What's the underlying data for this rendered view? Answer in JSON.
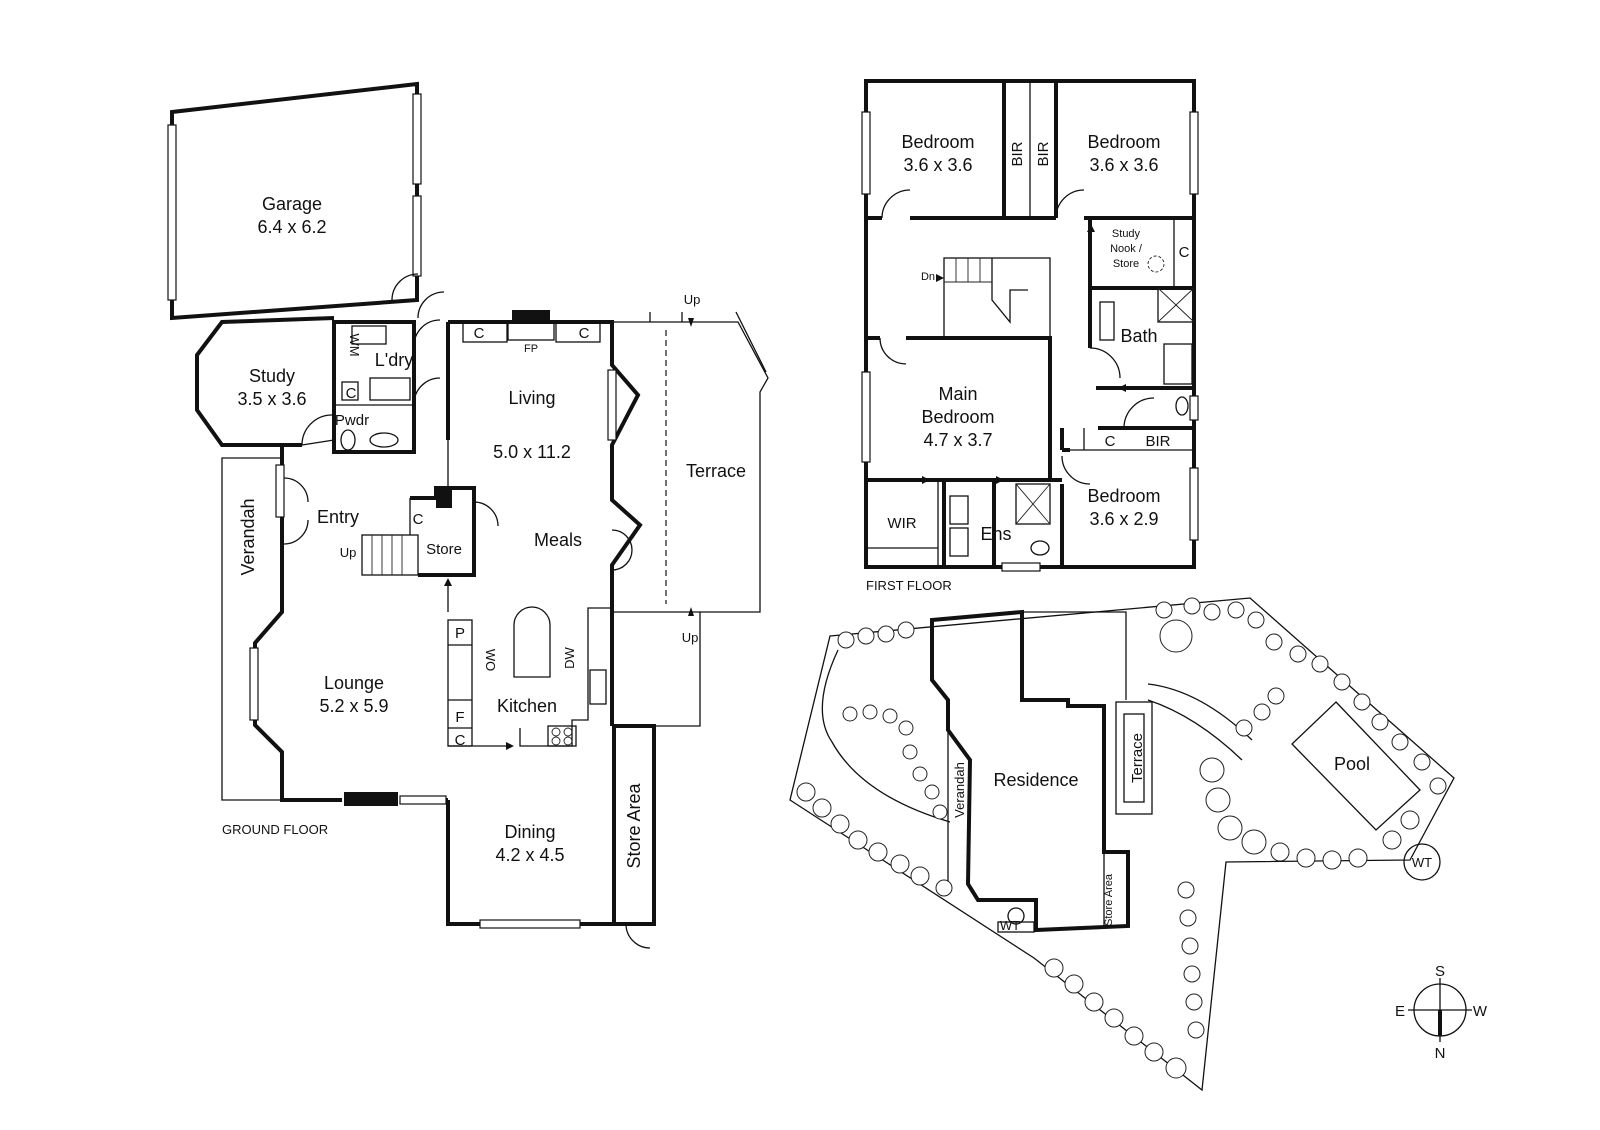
{
  "ground_floor": {
    "title": "GROUND FLOOR",
    "garage": {
      "name": "Garage",
      "size": "6.4 x 6.2"
    },
    "study": {
      "name": "Study",
      "size": "3.5 x 3.6"
    },
    "laundry": "L'dry",
    "wm": "WM",
    "powder": "Pwdr",
    "entry": "Entry",
    "verandah": "Verandah",
    "store": "Store",
    "living": {
      "name": "Living",
      "size": "5.0 x 11.2"
    },
    "meals": "Meals",
    "terrace": "Terrace",
    "lounge": {
      "name": "Lounge",
      "size": "5.2 x 5.9"
    },
    "kitchen": "Kitchen",
    "dining": {
      "name": "Dining",
      "size": "4.2 x 4.5"
    },
    "store_area": "Store Area",
    "fp": "FP",
    "c": "C",
    "up": "Up",
    "p": "P",
    "f": "F",
    "wo": "WO",
    "dw": "DW"
  },
  "first_floor": {
    "title": "FIRST FLOOR",
    "bedroom": "Bedroom",
    "bed1_size": "3.6 x 3.6",
    "bed2_size": "3.6 x 3.6",
    "bed3_size": "3.6 x 2.9",
    "bir": "BIR",
    "study_nook": [
      "Study",
      "Nook /",
      "Store"
    ],
    "c": "C",
    "dn": "Dn",
    "bath": "Bath",
    "main_bedroom": [
      "Main",
      "Bedroom",
      "4.7 x 3.7"
    ],
    "wir": "WIR",
    "ens": "Ens"
  },
  "site": {
    "residence": "Residence",
    "verandah": "Verandah",
    "terrace": "Terrace",
    "store_area": "Store Area",
    "pool": "Pool",
    "wt": "WT"
  },
  "compass": {
    "n": "N",
    "s": "S",
    "e": "E",
    "w": "W"
  }
}
